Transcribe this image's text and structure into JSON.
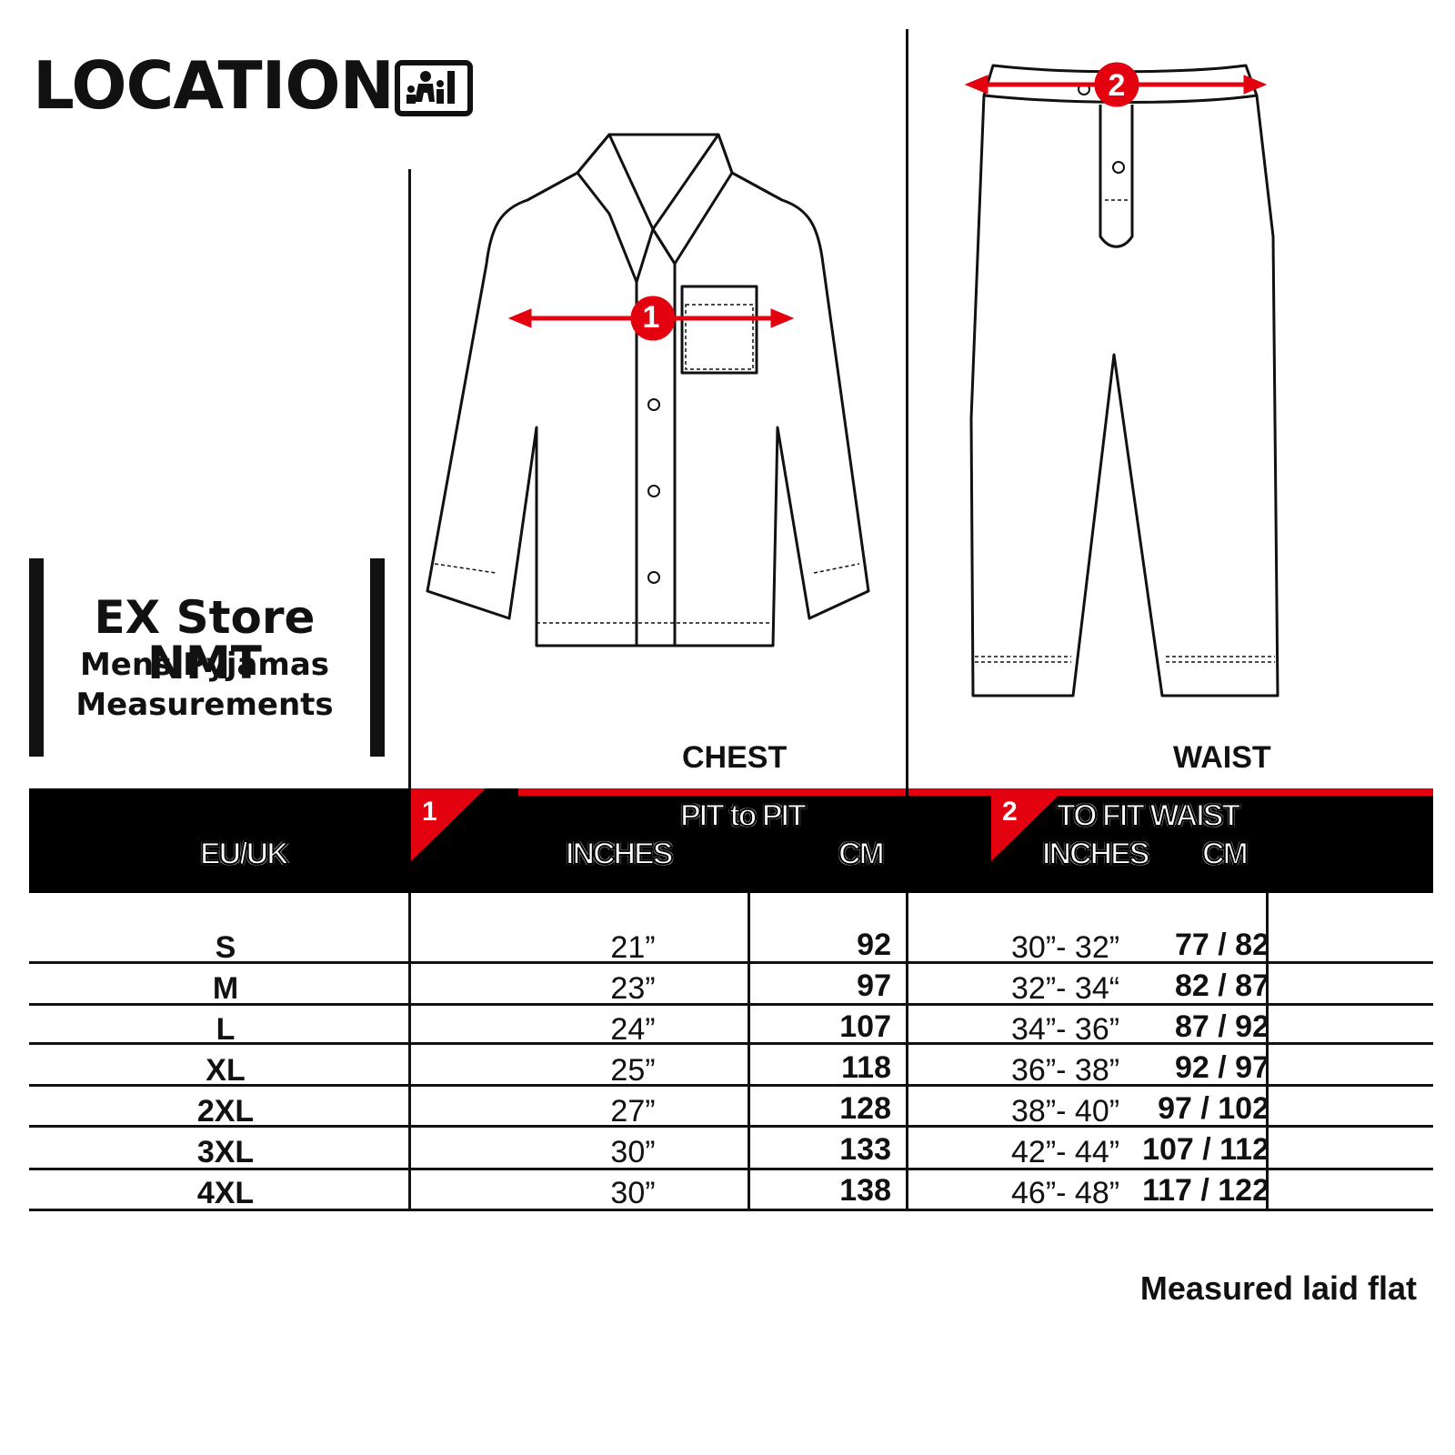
{
  "brand": {
    "name": "LOCATION",
    "logo_icon": "family-logo-icon"
  },
  "store": {
    "title": "EX Store NMT",
    "line1": "Mens Pyjamas",
    "line2": "Measurements"
  },
  "garments": {
    "chest": {
      "label": "CHEST",
      "marker": "1"
    },
    "waist": {
      "label": "WAIST",
      "marker": "2"
    }
  },
  "colors": {
    "accent": "#e3000f",
    "header_bg": "#000000"
  },
  "table": {
    "header": {
      "size_col": "EU/UK",
      "chest_marker": "1",
      "chest_title": "PIT to PIT",
      "chest_inches": "INCHES",
      "chest_cm": "CM",
      "waist_marker": "2",
      "waist_title": "TO FIT WAIST",
      "waist_inches": "INCHES",
      "waist_cm": "CM"
    },
    "rows": [
      {
        "size": "S",
        "chest_in": "21”",
        "chest_cm": "92",
        "waist_in": "30”- 32”",
        "waist_cm": "77 / 82"
      },
      {
        "size": "M",
        "chest_in": "23”",
        "chest_cm": "97",
        "waist_in": "32”- 34“",
        "waist_cm": "82 / 87"
      },
      {
        "size": "L",
        "chest_in": "24”",
        "chest_cm": "107",
        "waist_in": "34”- 36”",
        "waist_cm": "87 / 92"
      },
      {
        "size": "XL",
        "chest_in": "25”",
        "chest_cm": "118",
        "waist_in": "36”- 38”",
        "waist_cm": "92 / 97"
      },
      {
        "size": "2XL",
        "chest_in": "27”",
        "chest_cm": "128",
        "waist_in": "38”- 40”",
        "waist_cm": "97 / 102"
      },
      {
        "size": "3XL",
        "chest_in": "30”",
        "chest_cm": "133",
        "waist_in": "42”- 44”",
        "waist_cm": "107 / 112"
      },
      {
        "size": "4XL",
        "chest_in": "30”",
        "chest_cm": "138",
        "waist_in": "46”- 48”",
        "waist_cm": "117 / 122"
      }
    ]
  },
  "footnote": "Measured laid flat"
}
